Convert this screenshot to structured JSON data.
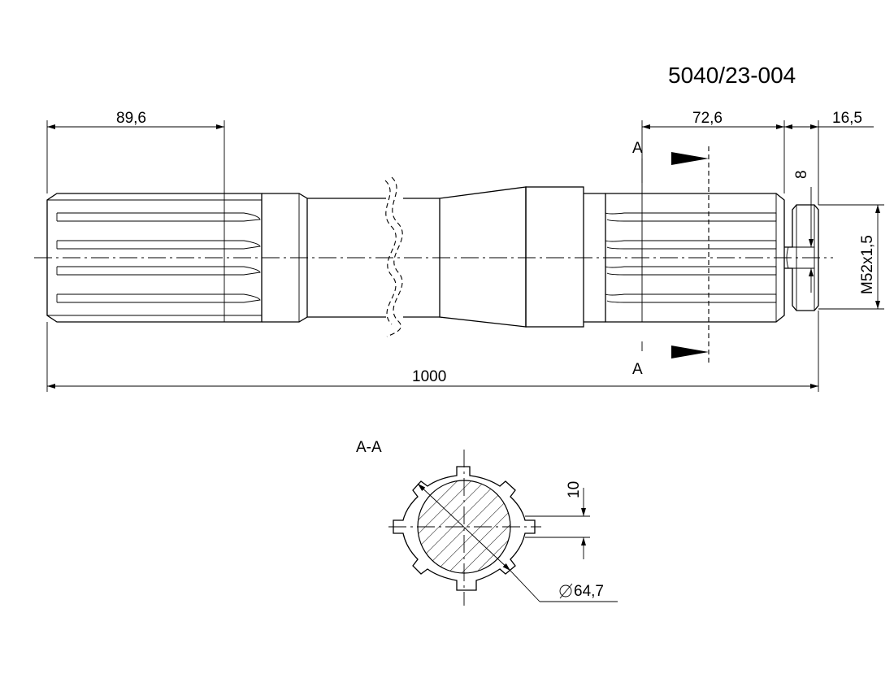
{
  "part_number": "5040/23-004",
  "dimensions": {
    "spline_length_left": "89,6",
    "spline_length_right": "72,6",
    "thread_length": "16,5",
    "slot_width": "8",
    "thread_spec": "M52x1,5",
    "overall_length": "1000"
  },
  "section": {
    "marker_top": "A",
    "marker_bottom": "A",
    "title": "A-A",
    "key_width": "10",
    "diameter": "64,7"
  }
}
